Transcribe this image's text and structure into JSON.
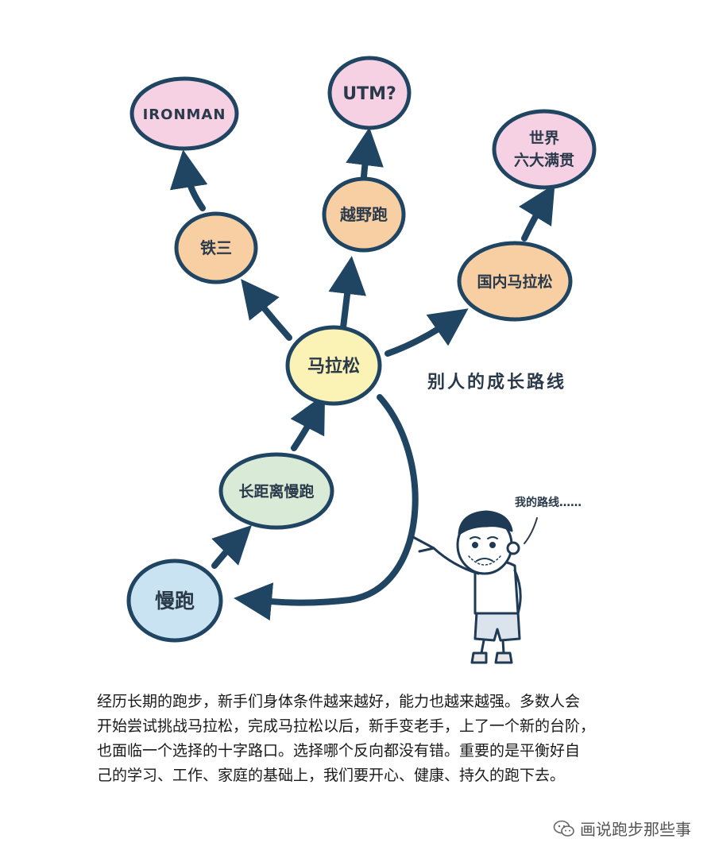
{
  "nodes": {
    "ironman": "IRONMAN",
    "utm": "UTM?",
    "majors_line1": "世界",
    "majors_line2": "六大满贯",
    "triathlon": "铁三",
    "trail": "越野跑",
    "domestic_marathon": "国内马拉松",
    "marathon": "马拉松",
    "long_distance": "长距离慢跑",
    "jogging": "慢跑"
  },
  "annotations": {
    "others_route": "别人的成长路线",
    "my_route": "我的路线……"
  },
  "caption": {
    "lines": [
      "经历长期的跑步，新手们身体条件越来越好，能力也越来越强。多数人会",
      "开始尝试挑战马拉松，完成马拉松以后，新手变老手，上了一个新的台阶，",
      "也面临一个选择的十字路口。选择哪个反向都没有错。重要的是平衡好自",
      "己的学习、工作、家庭的基础上，我们要开心、健康、持久的跑下去。"
    ]
  },
  "watermark": {
    "text": "画说跑步那些事",
    "icon": "wechat-icon"
  },
  "colors": {
    "stroke": "#1f4563",
    "pink": "#f6d1e4",
    "orange": "#f8cfa2",
    "yellow": "#fbf2b5",
    "green": "#d9ebd7",
    "blue": "#c9e3f3"
  }
}
